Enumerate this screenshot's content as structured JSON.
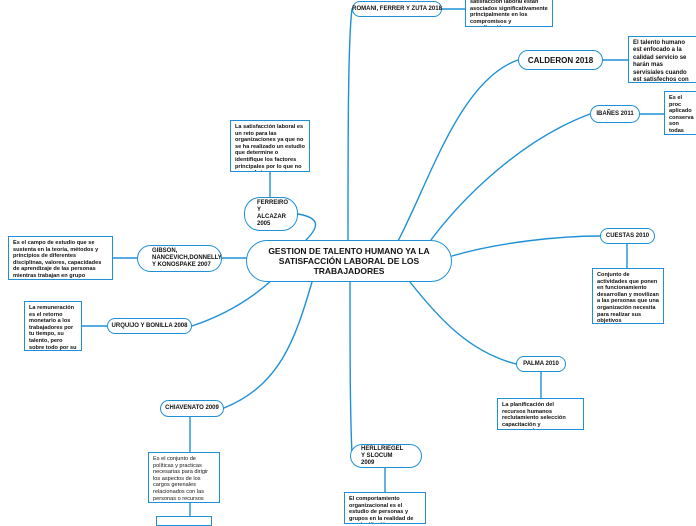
{
  "colors": {
    "link": "#1e90d6",
    "border": "#1e90d6",
    "text": "#111111"
  },
  "center": {
    "title": "GESTION DE TALENTO HUMANO YA LA SATISFACCIÓN LABORAL DE LOS TRABAJADORES"
  },
  "nodes": {
    "romani": "ROMANI, FERRER Y ZUTA 2018",
    "calderon": "CALDERON 2018",
    "ibanes": "IBAÑES 2011",
    "cuestas": "CUESTAS 2010",
    "palma": "PALMA 2010",
    "herllriegel": "HERLLRIEGEL Y SLOCUM 2009",
    "chiavenato": "CHIAVENATO 2009",
    "urquijo": "URQUIJO Y BONILLA 2008",
    "gibson": "GIBSON, NANCEVICH,DONNELLY Y KONOSPAKE 2007",
    "ferreiro": "FERREIRO Y ALCAZAR 2005"
  },
  "notes": {
    "romani": "satisfacción laboral   están asociados significativamente principalmente en los compromisos y coordinación",
    "calderon": "El talento humano est enfocado a la calidad servicio se harán mas servisiales cuando est satisfechos con lo que hacen",
    "ibanes": "Es el proc aplicado conserva son todas experienc posee el t",
    "cuestas": "Conjunto de actividades que ponen en funcionamiento desarrollan y movilizan a las personas que una organización necesita para realizar sus objetivos",
    "palma": "La planificación del recursos humanos reclutamiento selección capacitación y compensaciones",
    "herllriegel": "El comportamiento organizacional es el estudio de personas y grupos en la realidad de una institución",
    "chiavenato": "Es el conjunto de políticas y practicas necesarias para dirigir los aspectos de los cargos gerenales relacionados con las personas o recursos",
    "urquijo": "La remuneración es el retorno monetario a los trabajadores por tu tiempo, su talento, pero sobre todo por su esfuerzo y dar los resultados esperados",
    "gibson": "Es el campo de estudio que se sustenta en la teoría, métodos y principios de diferentes disciplinas, valores, capacidades de aprendizaje de las personas mientras trabajan en grupo",
    "ferreiro": "La satisfacción laboral es un reto para las organizaciones ya que no se ha realizado un estudio que determine o identifique los factores principales por lo que no se puede tener una estrategias"
  }
}
